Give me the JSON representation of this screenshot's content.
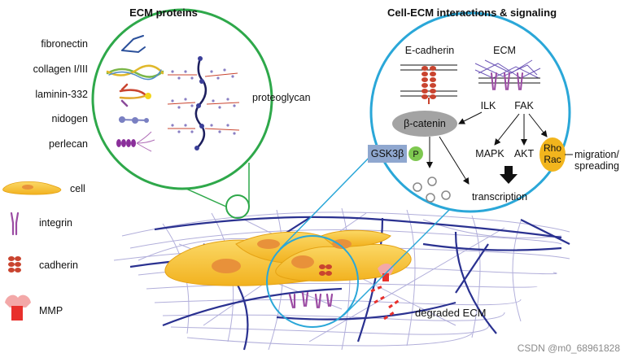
{
  "headings": {
    "left": "ECM proteins",
    "right": "Cell-ECM interactions & signaling"
  },
  "ecm_proteins": {
    "items": [
      "fibronectin",
      "collagen I/III",
      "laminin-332",
      "nidogen",
      "perlecan"
    ],
    "proteoglycan": "proteoglycan"
  },
  "legend": {
    "items": [
      "cell",
      "integrin",
      "cadherin",
      "MMP"
    ]
  },
  "signaling": {
    "e_cadherin": "E-cadherin",
    "ecm": "ECM",
    "ilk": "ILK",
    "fak": "FAK",
    "beta_catenin": "β-catenin",
    "gsk": "GSK3β",
    "phospho": "P",
    "mapk": "MAPK",
    "akt": "AKT",
    "rho": "Rho",
    "rac": "Rac",
    "migration_line1": "migration/",
    "migration_line2": "spreading",
    "transcription": "transcription"
  },
  "labels": {
    "degraded_ecm": "degraded ECM"
  },
  "watermark": "CSDN @m0_68961828",
  "colors": {
    "green_circle": "#2ea84a",
    "blue_circle": "#2aa7d8",
    "cell_yellow": "#f7c233",
    "nucleus_orange": "#e8913a",
    "fiber_navy": "#2a3190",
    "fiber_lilac": "#9a97cf",
    "integrin_purple": "#9b4ba3",
    "cadherin_red": "#c9442f",
    "mmp_red": "#e8302c",
    "gsk_box": "#8fa7cf",
    "phospho_green": "#7ec850",
    "rho_orange": "#f2b51d"
  }
}
